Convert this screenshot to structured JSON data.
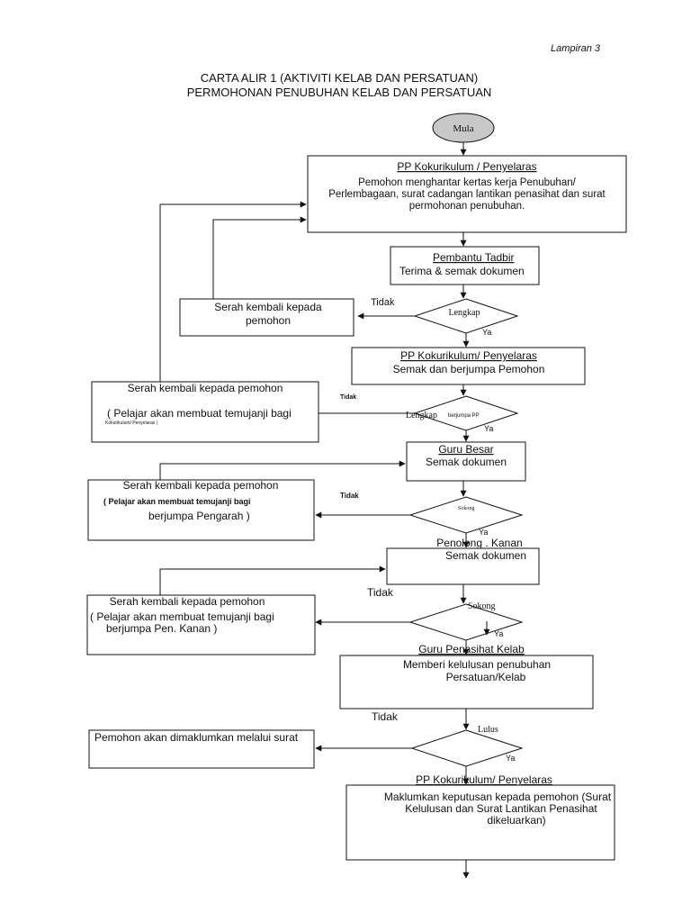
{
  "page": {
    "appendix": "Lampiran 3",
    "title_line1": "CARTA ALIR 1 (AKTIVITI KELAB DAN PERSATUAN)",
    "title_line2": "PERMOHONAN PENUBUHAN KELAB DAN PERSATUAN"
  },
  "start": {
    "label": "Mula",
    "fill": "#c8c8c8"
  },
  "step1": {
    "heading": "PP Kokurikulum / Penyelaras",
    "line1": "Pemohon menghantar kertas kerja Penubuhan/",
    "line2": "Perlembagaan, surat cadangan lantikan penasihat dan surat",
    "line3": "permohonan penubuhan."
  },
  "step2": {
    "heading": "Pembantu Tadbir",
    "line1": "Terima & semak dokumen"
  },
  "decision1": {
    "label": "Lengkap",
    "no": "Tidak",
    "yes": "Ya"
  },
  "reject1": {
    "line1": "Serah kembali kepada",
    "line2": "pemohon"
  },
  "step3": {
    "heading": "PP Kokurikulum/ Penyelaras",
    "line1": "Semak dan berjumpa Pemohon"
  },
  "decision2": {
    "label": "Lengkap",
    "suffix": "berjumpa  PP",
    "no": "Tidak",
    "yes": "Ya"
  },
  "reject2": {
    "line1": "Serah kembali kepada pemohon",
    "line2": "( Pelajar akan membuat temujanji bagi",
    "line3": "Kokurikulum/ Penyelaras )"
  },
  "step4": {
    "heading": "Guru Besar",
    "line1": "Semak dokumen"
  },
  "decision3": {
    "label": "Sokong",
    "no": "Tidak",
    "yes": "Ya"
  },
  "reject3": {
    "line1": "Serah kembali kepada pemohon",
    "line2": "( Pelajar akan membuat temujanji bagi",
    "line3": "berjumpa Pengarah )"
  },
  "step5": {
    "heading": "Penolong . Kanan",
    "line1": "Semak dokumen"
  },
  "decision4": {
    "label": "Sokong",
    "no": "Tidak",
    "yes": "Ya"
  },
  "reject4": {
    "line1": "Serah kembali kepada pemohon",
    "line2": "( Pelajar akan membuat temujanji bagi",
    "line3": "berjumpa Pen. Kanan )"
  },
  "step6": {
    "heading": "Guru Penasihat Kelab",
    "line1": "Memberi kelulusan penubuhan",
    "line2": "Persatuan/Kelab"
  },
  "decision5": {
    "label": "Lulus",
    "no": "Tidak",
    "yes": "Ya"
  },
  "reject5": {
    "line1": "Pemohon akan dimaklumkan melalui surat"
  },
  "step7": {
    "heading": "PP Kokurikulum/ Penyelaras",
    "line1": "Maklumkan keputusan kepada pemohon (Surat",
    "line2": "Kelulusan dan Surat Lantikan Penasihat",
    "line3": "dikeluarkan)"
  }
}
